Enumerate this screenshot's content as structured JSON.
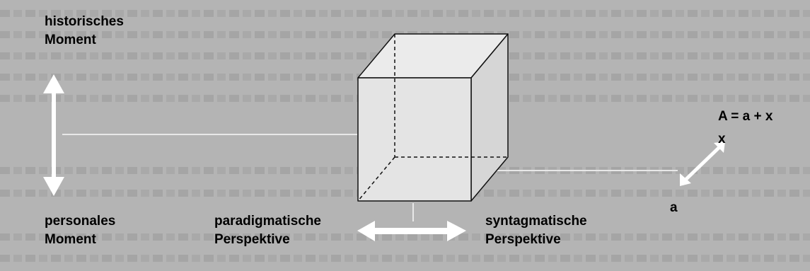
{
  "diagram": {
    "top_left_label": [
      "historisches",
      "Moment"
    ],
    "bottom_left_label": [
      "personales",
      "Moment"
    ],
    "bottom_center_left_label": [
      "paradigmatische",
      "Perspektive"
    ],
    "bottom_center_right_label": [
      "syntagmatische",
      "Perspektive"
    ],
    "formula": "A = a + x",
    "axis_x_label": "x",
    "axis_a_label": "a"
  },
  "colors": {
    "background": "#b4b4b4",
    "arrow": "#ffffff",
    "cube_face": "#e0e0e0",
    "cube_edge": "#111111",
    "text": "#000000"
  }
}
